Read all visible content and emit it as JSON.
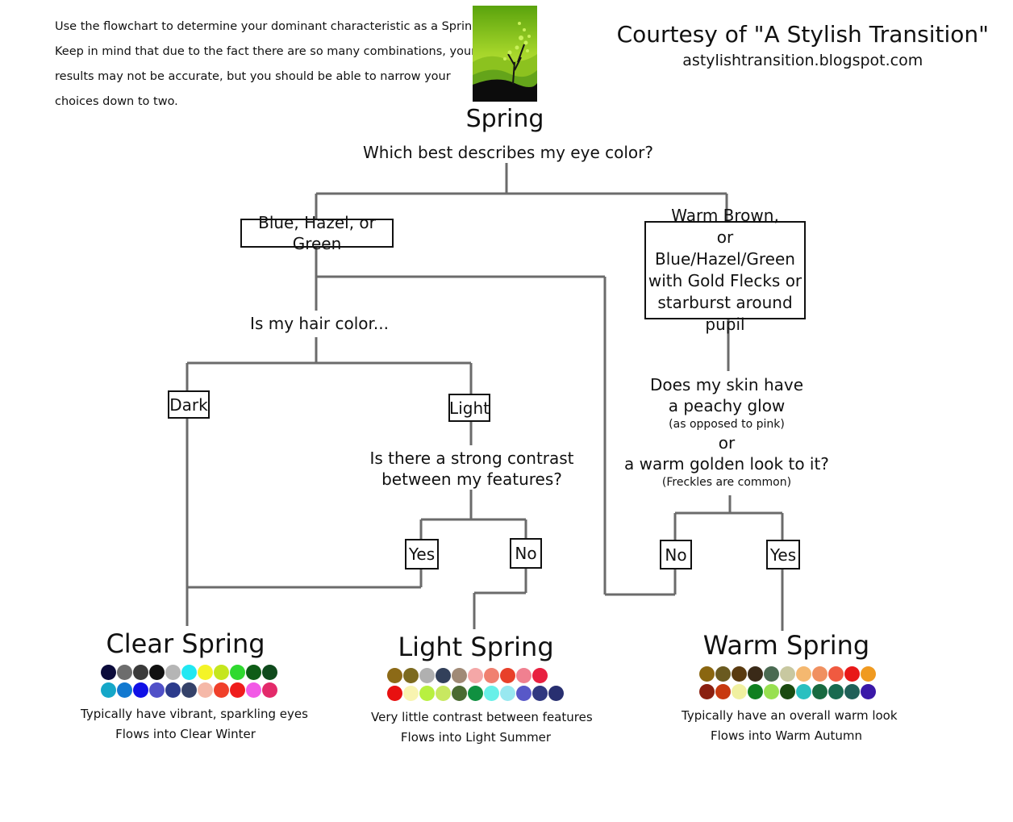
{
  "intro": {
    "lines": [
      "Use the flowchart to determine your dominant characteristic as a Spring.",
      "Keep in mind that due to the fact there are so many combinations, your",
      "results may not be accurate, but you should be able to narrow your",
      "choices down to two."
    ]
  },
  "credit": {
    "title": "Courtesy of \"A Stylish Transition\"",
    "url": "astylishtransition.blogspot.com"
  },
  "colors": {
    "line": "#6b6b6b",
    "text": "#111111"
  },
  "flow": {
    "title": "Spring",
    "q_eye": "Which best describes my eye color?",
    "opt_blue": "Blue, Hazel, or Green",
    "opt_warm": [
      "Warm Brown,",
      "or Blue/Hazel/Green",
      "with Gold Flecks or",
      "starburst around pupil"
    ],
    "q_hair": "Is my hair color...",
    "opt_dark": "Dark",
    "opt_light": "Light",
    "q_contrast": [
      "Is there a strong contrast",
      "between my features?"
    ],
    "contrast_yes": "Yes",
    "contrast_no": "No",
    "q_skin_1": "Does my skin have",
    "q_skin_2": "a peachy glow",
    "q_skin_3": "(as opposed to pink)",
    "q_skin_4": "or",
    "q_skin_5": "a warm golden look to it?",
    "q_skin_6": "(Freckles are common)",
    "skin_no": "No",
    "skin_yes": "Yes"
  },
  "results": [
    {
      "title": "Clear Spring",
      "desc1": "Typically have vibrant, sparkling eyes",
      "desc2": "Flows into Clear Winter",
      "palette": [
        [
          "#0b0b3b",
          "#6d6d6d",
          "#3a3a3a",
          "#111111",
          "#b5b5b5",
          "#22e8f2",
          "#f4f427",
          "#c5e61e",
          "#2fd92f",
          "#0e5c16",
          "#0f4a1c"
        ],
        [
          "#15a7c8",
          "#1279d0",
          "#1010e6",
          "#5050c8",
          "#2c3b8c",
          "#35426a",
          "#f5b8a8",
          "#f0402a",
          "#ef1c1c",
          "#f25ae6",
          "#e32a6a"
        ]
      ]
    },
    {
      "title": "Light Spring",
      "desc1": "Very little contrast between features",
      "desc2": "Flows into Light Summer",
      "palette": [
        [
          "#8c6a17",
          "#7c6a1f",
          "#b0b0b0",
          "#32405a",
          "#a08a76",
          "#f4a7a7",
          "#f08070",
          "#e8402a",
          "#f08090",
          "#e82040"
        ],
        [
          "#e81010",
          "#f8f4b0",
          "#b8f040",
          "#c8e860",
          "#4a6a32",
          "#109040",
          "#68f0e8",
          "#98e8f0",
          "#5858c8",
          "#303880",
          "#282f70"
        ]
      ]
    },
    {
      "title": "Warm Spring",
      "desc1": "Typically have an overall warm look",
      "desc2": "Flows into Warm Autumn",
      "palette": [
        [
          "#8a6610",
          "#6a5a20",
          "#5a3a10",
          "#3a2a18",
          "#4a6a52",
          "#c8c8a0",
          "#f4b870",
          "#f09060",
          "#f05a40",
          "#e81818",
          "#f09a20"
        ],
        [
          "#8a2010",
          "#c83a10",
          "#f0f0a0",
          "#108020",
          "#98e050",
          "#1a4a10",
          "#2ac0c0",
          "#186a40",
          "#186a50",
          "#206058",
          "#3a18a8"
        ]
      ]
    }
  ]
}
